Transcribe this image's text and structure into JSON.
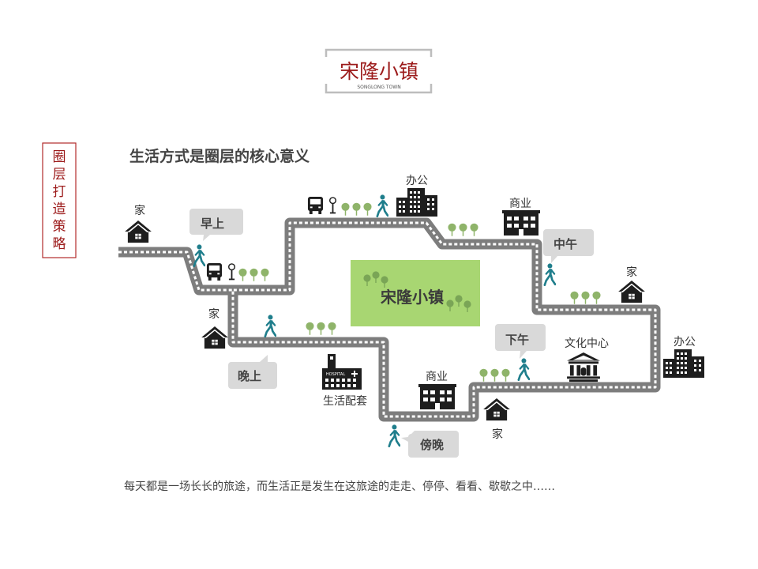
{
  "colors": {
    "road": "#7d7d7d",
    "road_dash": "#ffffff",
    "icon": "#1e1e1e",
    "walker": "#1f7e8c",
    "tree": "#8fb46a",
    "center_box": "#a8d672",
    "bubble": "#d9d9d9",
    "brand_red": "#9c1b1b",
    "text": "#333333"
  },
  "logo": {
    "title": "宋隆小镇",
    "subtitle": "SONGLONG TOWN"
  },
  "side_label": {
    "chars": [
      "圈",
      "层",
      "打",
      "造",
      "策",
      "略"
    ]
  },
  "heading": "生活方式是圈层的核心意义",
  "center_label": "宋隆小镇",
  "caption": "每天都是一场长长的旅途，而生活正是发生在这旅途的走走、停停、看看、歇歇之中……",
  "times": {
    "morning": "早上",
    "noon": "中午",
    "afternoon": "下午",
    "evening": "晚上",
    "dusk": "傍晚"
  },
  "places": {
    "home_1": "家",
    "home_2": "家",
    "home_3": "家",
    "home_4": "家",
    "office_1": "办公",
    "office_2": "办公",
    "commerce_1": "商业",
    "commerce_2": "商业",
    "culture": "文化中心",
    "living": "生活配套"
  },
  "hospital_sign": "HOSPITAL",
  "icons": {
    "home": "house-icon",
    "office": "office-buildings-icon",
    "commerce": "shop-building-icon",
    "culture": "culture-hall-icon",
    "hospital": "hospital-icon",
    "bus": "bus-icon",
    "bus_stop": "bus-stop-icon",
    "walker": "walking-person-icon",
    "tree": "tree-icon"
  }
}
